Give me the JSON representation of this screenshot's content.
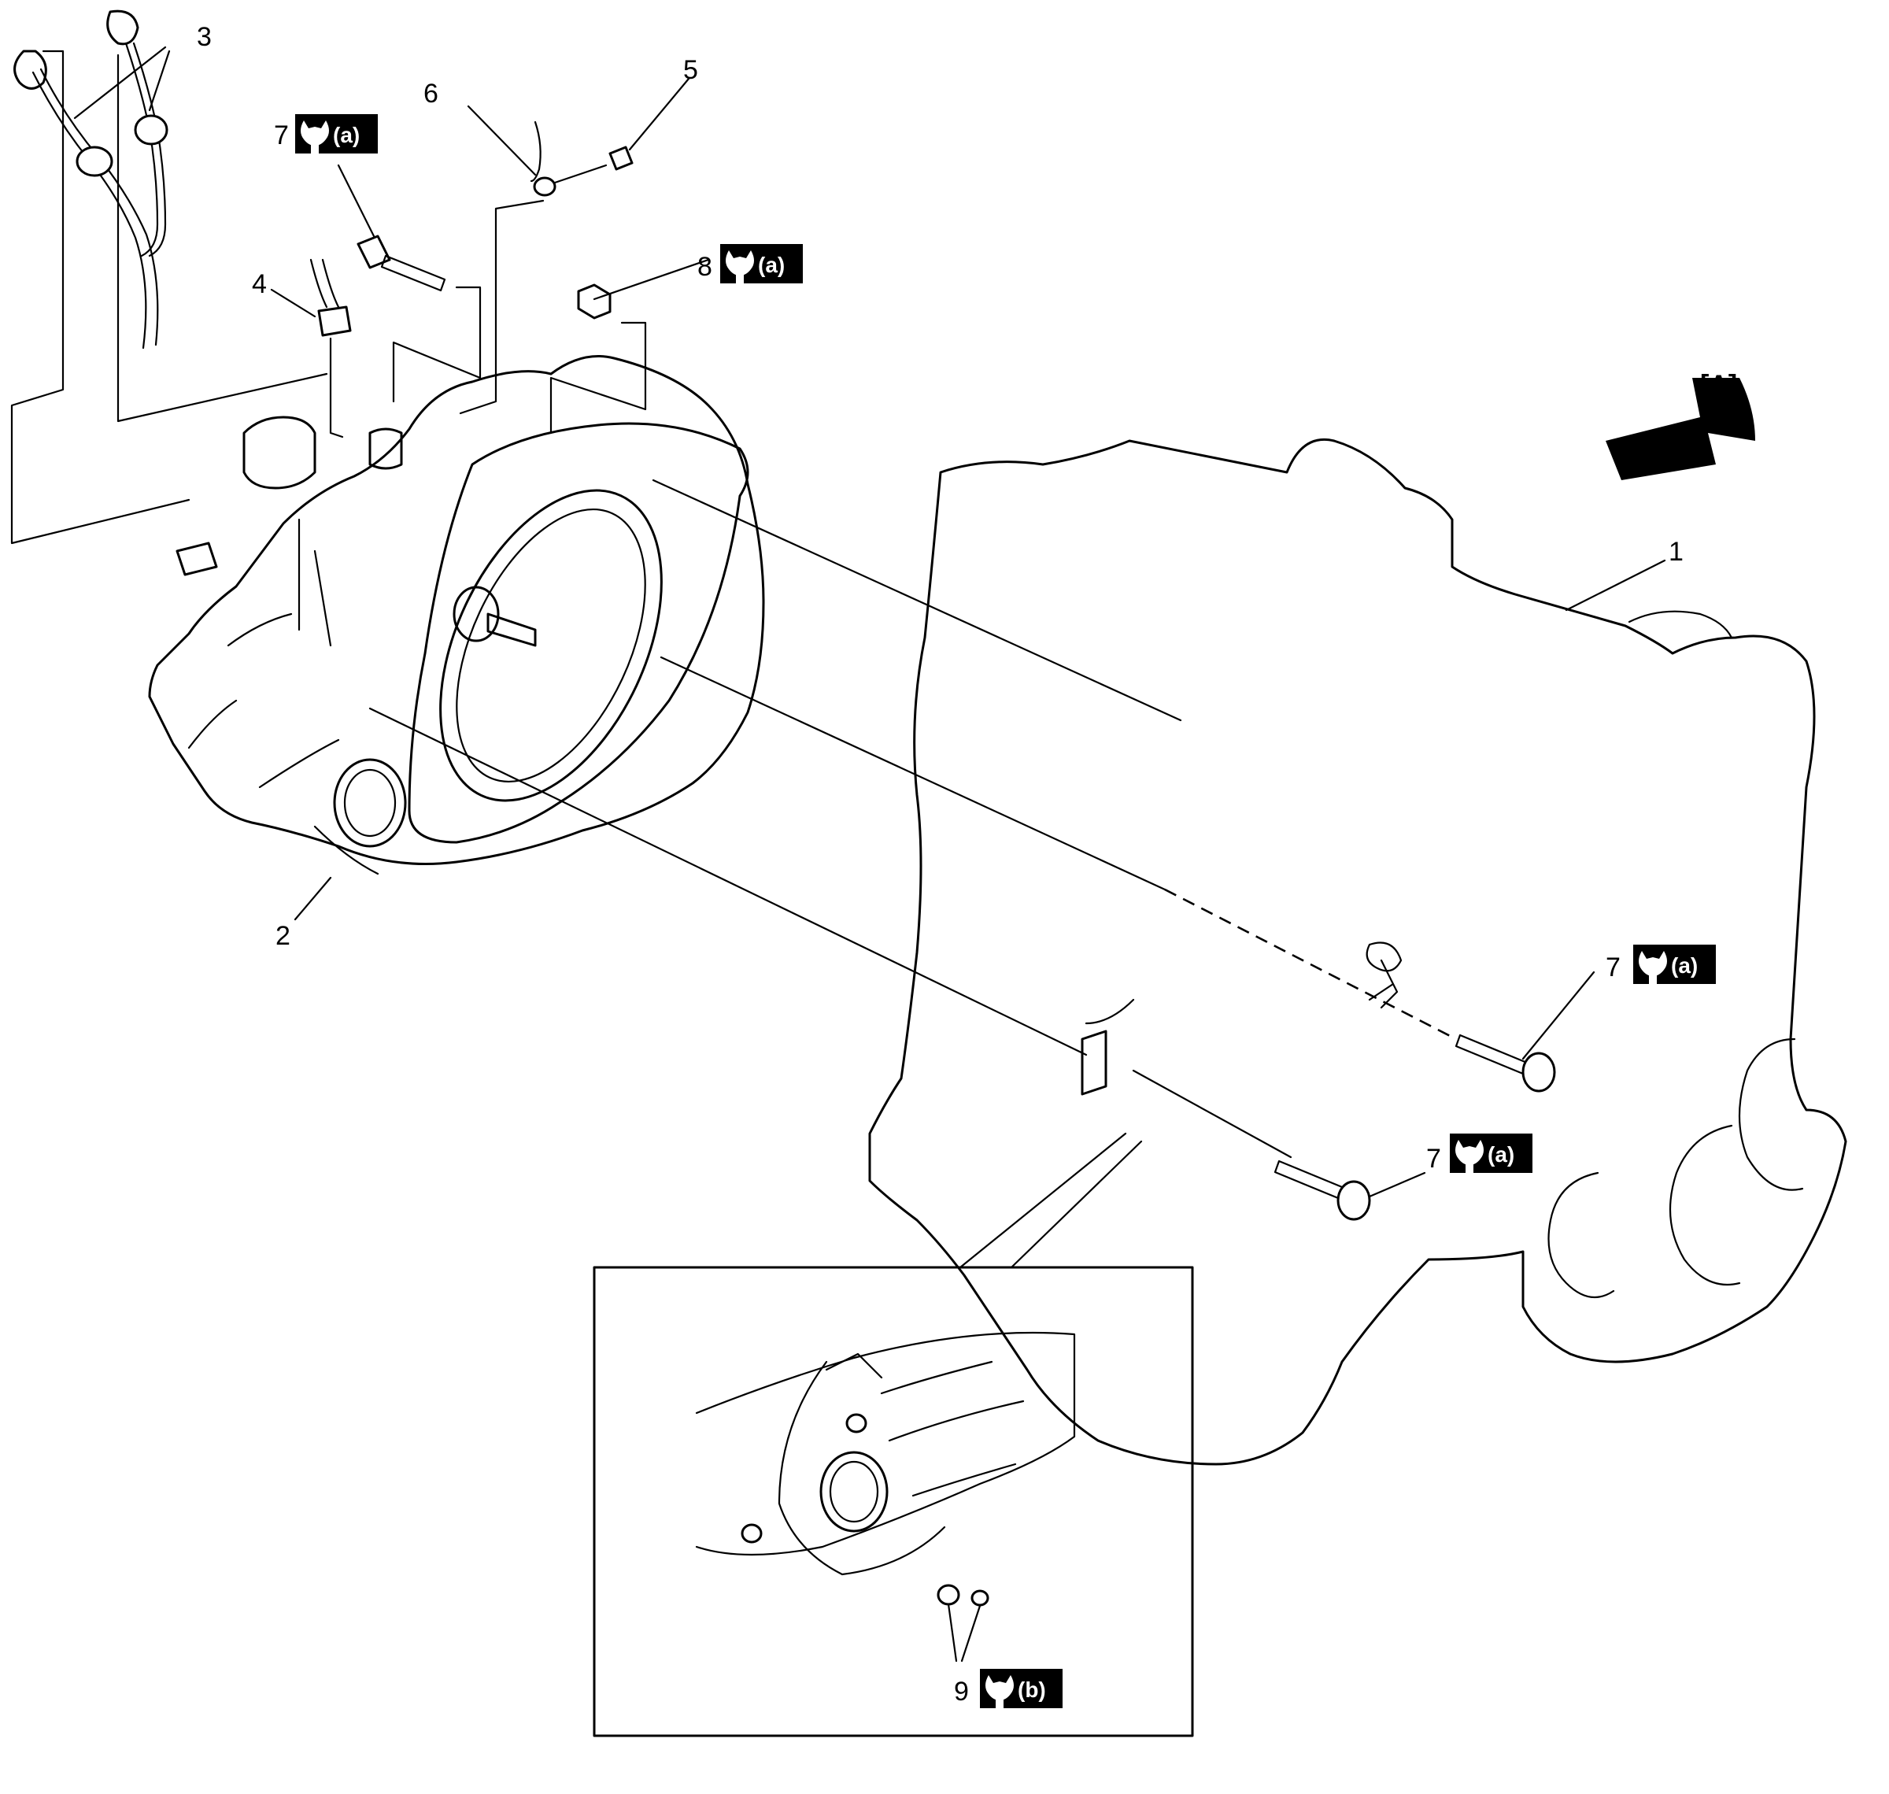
{
  "callouts": {
    "engine": "1",
    "transaxle": "2",
    "cables": "3",
    "connector": "4",
    "ground_bolt": "5",
    "ground_wire": "6",
    "bolt_7": "7",
    "nut_8": "8",
    "bolt_9": "9"
  },
  "torque_tags": {
    "a": "(a)",
    "b": "(b)"
  },
  "view_marker": "[A]"
}
